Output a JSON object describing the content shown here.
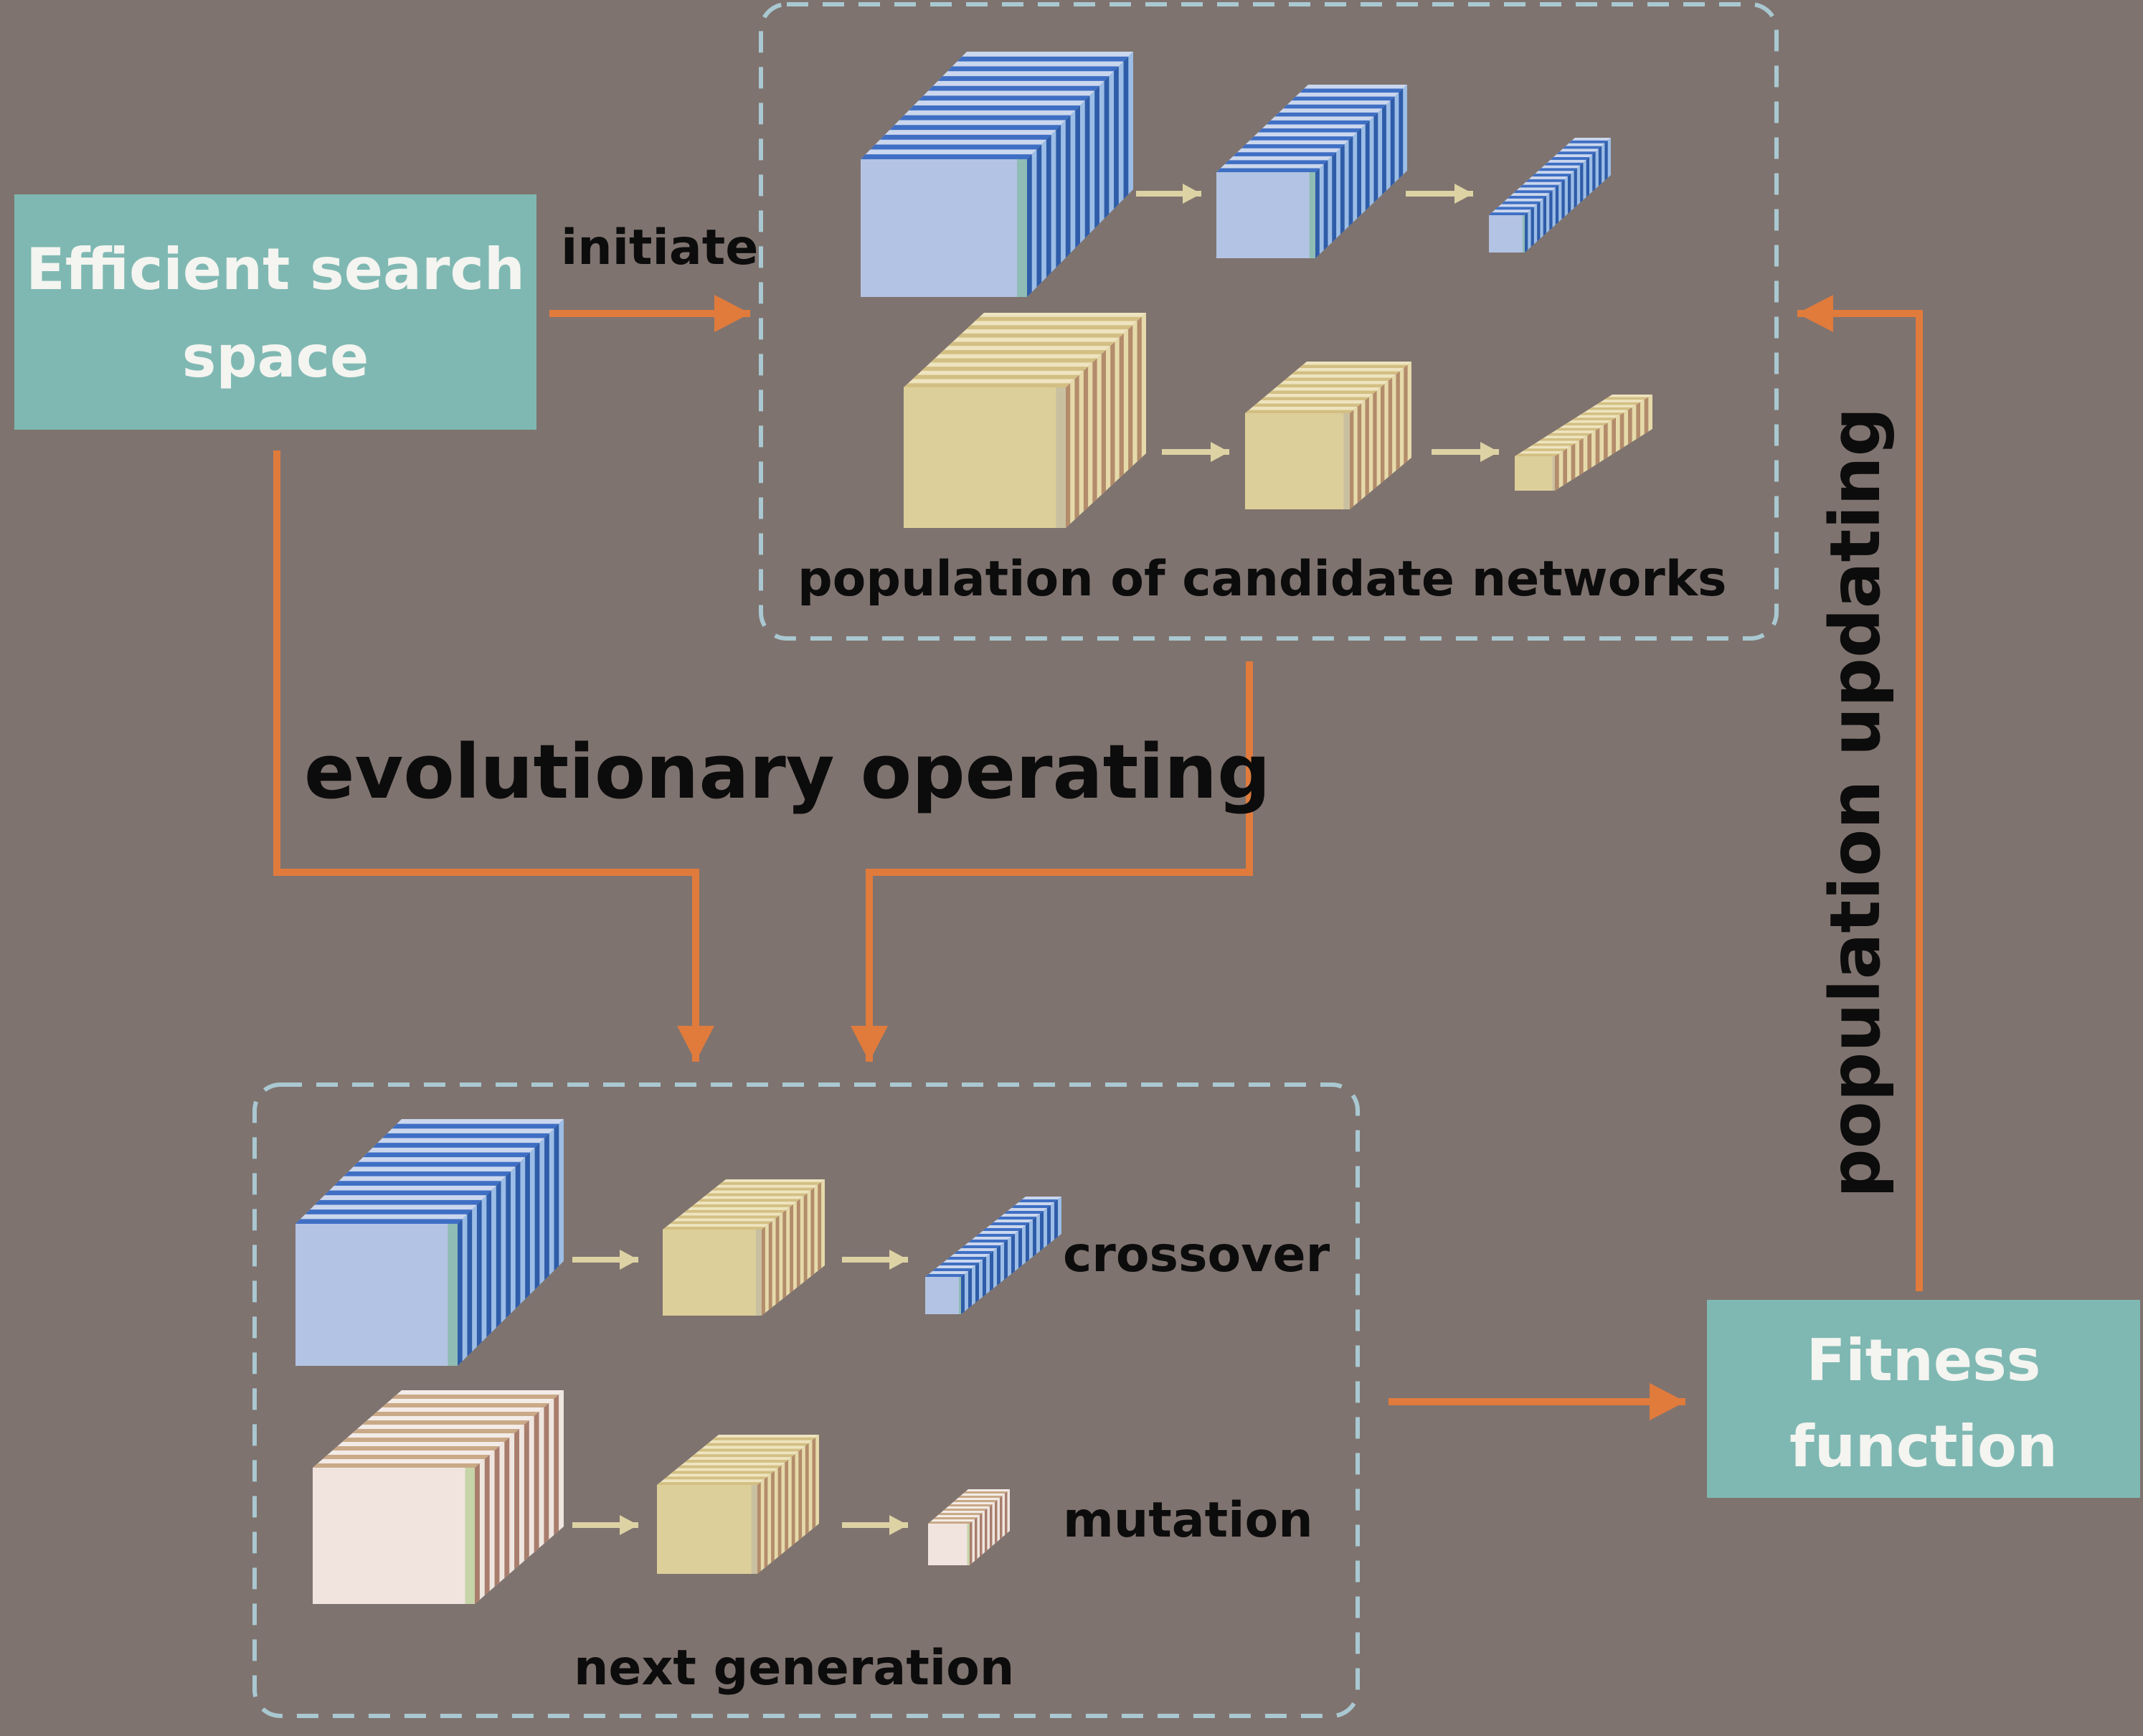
{
  "colors": {
    "background": "#7f736f",
    "box_fill": "#7fb8b2",
    "box_text": "#f4f4f0",
    "label_text": "#0c0c0c",
    "arrow": "#e07b3c",
    "small_arrow": "#ddd2a4",
    "dash": "#a9c8d1",
    "blue": {
      "front": "#b3c3e3",
      "top_a": "#3f6fc4",
      "top_b": "#cbd7ee",
      "side_a": "#2f5ca8",
      "side_b": "#9bbde6",
      "edge": "#8fbcb4"
    },
    "tan": {
      "front": "#ddcf9a",
      "top_a": "#d3bf83",
      "top_b": "#eee4bf",
      "side_a": "#b38c6b",
      "side_b": "#e6daaa",
      "edge": "#c9c0a0"
    },
    "pale": {
      "front": "#f1e4df",
      "top_a": "#c9a987",
      "top_b": "#f3ebe7",
      "side_a": "#a87d6c",
      "side_b": "#f0e6e0",
      "edge": "#c7d3a8"
    }
  },
  "search_space": {
    "line1": "Efficient search",
    "line2": "space"
  },
  "fitness": {
    "line1": "Fitness",
    "line2": "function"
  },
  "labels": {
    "initiate": "initiate",
    "population_caption": "population of candidate networks",
    "evolutionary": "evolutionary operating",
    "population_updating": "population updating",
    "crossover": "crossover",
    "mutation": "mutation",
    "next_generation": "next generation"
  }
}
